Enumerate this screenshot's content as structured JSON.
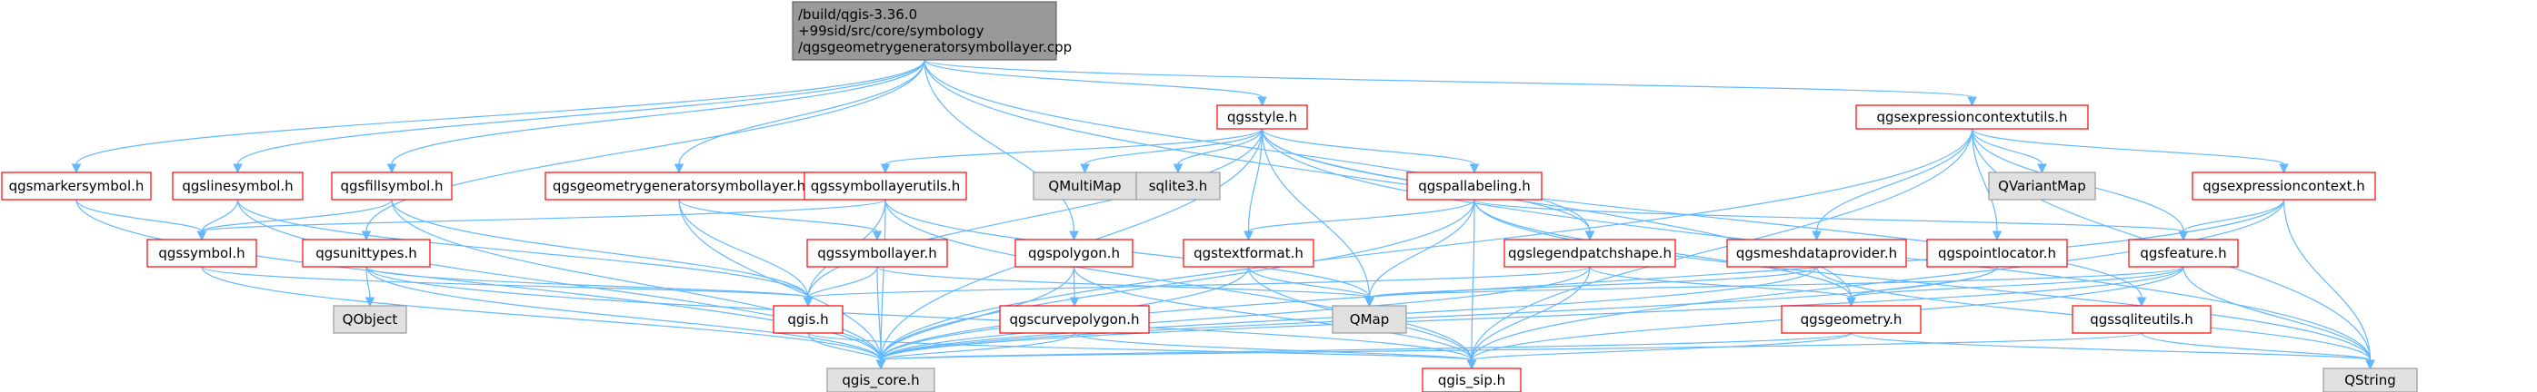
{
  "graph": {
    "colors": {
      "edge": "#63b8ff",
      "root_fill": "#999999",
      "root_stroke": "#666666",
      "doc_stroke": "#ff0000",
      "external_fill": "#e0e0e0",
      "external_stroke": "#999999",
      "text": "#000000"
    },
    "nodes": [
      {
        "id": "root",
        "kind": "root",
        "lines": [
          "/build/qgis-3.36.0",
          "+99sid/src/core/symbology",
          "/qgsgeometrygeneratorsymbollayer.cpp"
        ]
      },
      {
        "id": "markersymbol",
        "kind": "doc",
        "lines": [
          "qgsmarkersymbol.h"
        ]
      },
      {
        "id": "linesymbol",
        "kind": "doc",
        "lines": [
          "qgslinesymbol.h"
        ]
      },
      {
        "id": "fillsymbol",
        "kind": "doc",
        "lines": [
          "qgsfillsymbol.h"
        ]
      },
      {
        "id": "geomgensymlayer",
        "kind": "doc",
        "lines": [
          "qgsgeometrygeneratorsymbollayer.h"
        ]
      },
      {
        "id": "style",
        "kind": "doc",
        "lines": [
          "qgsstyle.h"
        ]
      },
      {
        "id": "exprctxutils",
        "kind": "doc",
        "lines": [
          "qgsexpressioncontextutils.h"
        ]
      },
      {
        "id": "symbol",
        "kind": "doc",
        "lines": [
          "qgssymbol.h"
        ]
      },
      {
        "id": "unittypes",
        "kind": "doc",
        "lines": [
          "qgsunittypes.h"
        ]
      },
      {
        "id": "qobject",
        "kind": "external",
        "lines": [
          "QObject"
        ]
      },
      {
        "id": "symlayerutils",
        "kind": "doc",
        "lines": [
          "qgssymbollayerutils.h"
        ]
      },
      {
        "id": "symbollayer",
        "kind": "doc",
        "lines": [
          "qgssymbollayer.h"
        ]
      },
      {
        "id": "qgis",
        "kind": "doc",
        "lines": [
          "qgis.h"
        ]
      },
      {
        "id": "qgis_core",
        "kind": "external",
        "lines": [
          "qgis_core.h"
        ]
      },
      {
        "id": "qgis_sip",
        "kind": "doc",
        "lines": [
          "qgis_sip.h"
        ]
      },
      {
        "id": "polygon",
        "kind": "doc",
        "lines": [
          "qgspolygon.h"
        ]
      },
      {
        "id": "curvepolygon",
        "kind": "doc",
        "lines": [
          "qgscurvepolygon.h"
        ]
      },
      {
        "id": "qmultimap",
        "kind": "external",
        "lines": [
          "QMultiMap"
        ]
      },
      {
        "id": "sqlite3",
        "kind": "external",
        "lines": [
          "sqlite3.h"
        ]
      },
      {
        "id": "pallabeling",
        "kind": "doc",
        "lines": [
          "qgspallabeling.h"
        ]
      },
      {
        "id": "textformat",
        "kind": "doc",
        "lines": [
          "qgstextformat.h"
        ]
      },
      {
        "id": "qmap",
        "kind": "external",
        "lines": [
          "QMap"
        ]
      },
      {
        "id": "legendpatch",
        "kind": "doc",
        "lines": [
          "qgslegendpatchshape.h"
        ]
      },
      {
        "id": "meshdp",
        "kind": "doc",
        "lines": [
          "qgsmeshdataprovider.h"
        ]
      },
      {
        "id": "pointlocator",
        "kind": "doc",
        "lines": [
          "qgspointlocator.h"
        ]
      },
      {
        "id": "qvariantmap",
        "kind": "external",
        "lines": [
          "QVariantMap"
        ]
      },
      {
        "id": "exprcontext",
        "kind": "doc",
        "lines": [
          "qgsexpressioncontext.h"
        ]
      },
      {
        "id": "feature",
        "kind": "doc",
        "lines": [
          "qgsfeature.h"
        ]
      },
      {
        "id": "geometry",
        "kind": "doc",
        "lines": [
          "qgsgeometry.h"
        ]
      },
      {
        "id": "sqliteutils",
        "kind": "doc",
        "lines": [
          "qgssqliteutils.h"
        ]
      },
      {
        "id": "qstring",
        "kind": "external",
        "lines": [
          "QString"
        ]
      }
    ],
    "edges": [
      [
        "root",
        "markersymbol"
      ],
      [
        "root",
        "linesymbol"
      ],
      [
        "root",
        "fillsymbol"
      ],
      [
        "root",
        "geomgensymlayer"
      ],
      [
        "root",
        "unittypes"
      ],
      [
        "root",
        "polygon"
      ],
      [
        "root",
        "style"
      ],
      [
        "root",
        "exprctxutils"
      ],
      [
        "root",
        "legendpatch"
      ],
      [
        "root",
        "geometry"
      ],
      [
        "markersymbol",
        "symbol"
      ],
      [
        "markersymbol",
        "qgis_core"
      ],
      [
        "linesymbol",
        "symbol"
      ],
      [
        "linesymbol",
        "qgis_core"
      ],
      [
        "linesymbol",
        "qgis"
      ],
      [
        "fillsymbol",
        "symbol"
      ],
      [
        "fillsymbol",
        "qgis_core"
      ],
      [
        "fillsymbol",
        "qgis"
      ],
      [
        "geomgensymlayer",
        "symbollayer"
      ],
      [
        "geomgensymlayer",
        "qgis"
      ],
      [
        "geomgensymlayer",
        "qgis_core"
      ],
      [
        "symbol",
        "qgis"
      ],
      [
        "symbol",
        "qgis_core"
      ],
      [
        "unittypes",
        "qobject"
      ],
      [
        "unittypes",
        "qgis"
      ],
      [
        "unittypes",
        "qgis_core"
      ],
      [
        "unittypes",
        "qgis_sip"
      ],
      [
        "symlayerutils",
        "symbol"
      ],
      [
        "symlayerutils",
        "qgis"
      ],
      [
        "symlayerutils",
        "qgis_core"
      ],
      [
        "symlayerutils",
        "qgis_sip"
      ],
      [
        "symlayerutils",
        "qmap"
      ],
      [
        "symbollayer",
        "qgis"
      ],
      [
        "symbollayer",
        "qgis_core"
      ],
      [
        "symbollayer",
        "qmap"
      ],
      [
        "qgis",
        "qgis_core"
      ],
      [
        "qgis",
        "qgis_sip"
      ],
      [
        "polygon",
        "curvepolygon"
      ],
      [
        "polygon",
        "qgis_core"
      ],
      [
        "polygon",
        "qgis_sip"
      ],
      [
        "curvepolygon",
        "qgis_core"
      ],
      [
        "curvepolygon",
        "qgis_sip"
      ],
      [
        "style",
        "symlayerutils"
      ],
      [
        "style",
        "qmultimap"
      ],
      [
        "style",
        "sqlite3"
      ],
      [
        "style",
        "pallabeling"
      ],
      [
        "style",
        "textformat"
      ],
      [
        "style",
        "legendpatch"
      ],
      [
        "style",
        "qmap"
      ],
      [
        "style",
        "qgis"
      ],
      [
        "style",
        "qgis_core"
      ],
      [
        "style",
        "qstring"
      ],
      [
        "style",
        "sqliteutils"
      ],
      [
        "pallabeling",
        "textformat"
      ],
      [
        "pallabeling",
        "qmap"
      ],
      [
        "pallabeling",
        "qgis_sip"
      ],
      [
        "pallabeling",
        "qgis_core"
      ],
      [
        "pallabeling",
        "feature"
      ],
      [
        "pallabeling",
        "geometry"
      ],
      [
        "pallabeling",
        "qstring"
      ],
      [
        "textformat",
        "qgis_core"
      ],
      [
        "textformat",
        "qgis_sip"
      ],
      [
        "textformat",
        "qmap"
      ],
      [
        "legendpatch",
        "qgis"
      ],
      [
        "legendpatch",
        "qgis_core"
      ],
      [
        "legendpatch",
        "qgis_sip"
      ],
      [
        "legendpatch",
        "geometry"
      ],
      [
        "exprctxutils",
        "qvariantmap"
      ],
      [
        "exprctxutils",
        "exprcontext"
      ],
      [
        "exprctxutils",
        "meshdp"
      ],
      [
        "exprctxutils",
        "pointlocator"
      ],
      [
        "exprctxutils",
        "feature"
      ],
      [
        "exprctxutils",
        "qstring"
      ],
      [
        "exprctxutils",
        "qgis_core"
      ],
      [
        "exprctxutils",
        "qgis_sip"
      ],
      [
        "meshdp",
        "qgis_core"
      ],
      [
        "meshdp",
        "qmap"
      ],
      [
        "meshdp",
        "qstring"
      ],
      [
        "pointlocator",
        "geometry"
      ],
      [
        "pointlocator",
        "qgis_core"
      ],
      [
        "exprcontext",
        "feature"
      ],
      [
        "exprcontext",
        "qstring"
      ],
      [
        "exprcontext",
        "qgis_core"
      ],
      [
        "exprcontext",
        "qgis_sip"
      ],
      [
        "feature",
        "geometry"
      ],
      [
        "feature",
        "qmap"
      ],
      [
        "feature",
        "qstring"
      ],
      [
        "feature",
        "qgis_core"
      ],
      [
        "feature",
        "qgis_sip"
      ],
      [
        "geometry",
        "qgis_core"
      ],
      [
        "geometry",
        "qgis_sip"
      ],
      [
        "geometry",
        "qstring"
      ],
      [
        "sqliteutils",
        "qgis_core"
      ],
      [
        "sqliteutils",
        "qstring"
      ]
    ]
  }
}
